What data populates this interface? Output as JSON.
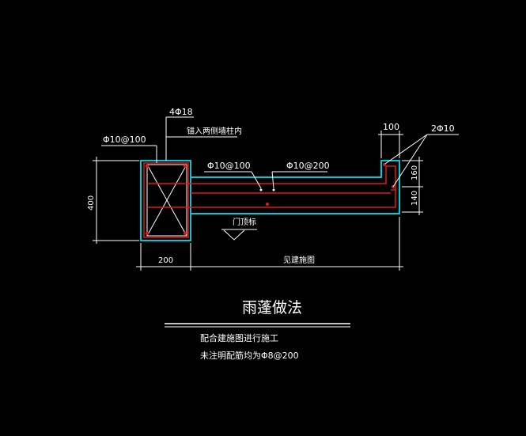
{
  "labels": {
    "top_column_rebar": "4Φ18",
    "anchor_note": "锚入两侧墙柱内",
    "stirrup_left": "Φ10@100",
    "canopy_top_bar_a": "Φ10@100",
    "canopy_top_bar_b": "Φ10@200",
    "upturn_width": "100",
    "upturn_bars": "2Φ10",
    "dim_160": "160",
    "dim_140": "140",
    "dim_400": "400",
    "dim_200": "200",
    "span_note": "见建施图",
    "door_top": "门顶标"
  },
  "title": "雨蓬做法",
  "notes": [
    "配合建施图进行施工",
    "未注明配筋均为Φ8@200"
  ],
  "colors": {
    "background": "#000000",
    "concrete_outline": "#00c8d8",
    "rebar": "#e01818",
    "lines_text": "#ffffff"
  }
}
